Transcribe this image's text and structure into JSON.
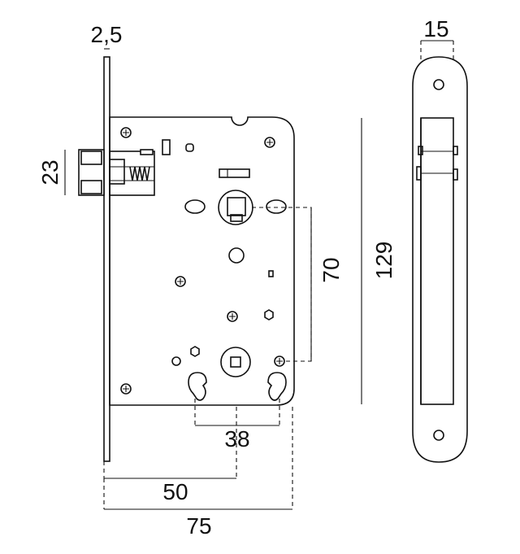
{
  "dimensions": {
    "faceplate_thickness": "2,5",
    "latch_height": "23",
    "handle_to_key_distance": "70",
    "side_plate_width": "15",
    "plate_height": "129",
    "key_slot_spacing": "38",
    "backset": "50",
    "total_depth": "75"
  },
  "colors": {
    "line": "#111111",
    "background": "#ffffff"
  }
}
